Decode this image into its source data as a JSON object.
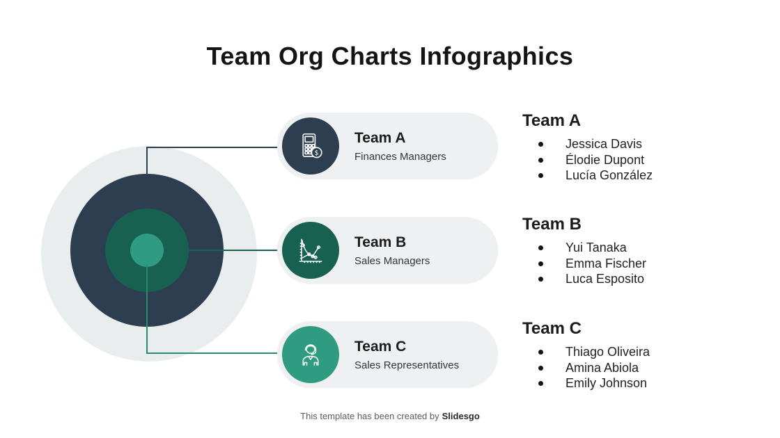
{
  "title": "Team Org Charts Infographics",
  "colors": {
    "navy": "#2c3e50",
    "dark_green": "#186150",
    "teal": "#2f9b80",
    "connector_teal": "#2a8a72",
    "circle_halo": "#e9edee",
    "card_background": "#eef0f2",
    "text_dark": "#1b1b1b",
    "footer_gray": "#5b5b5b"
  },
  "cards": [
    {
      "title": "Team A",
      "subtitle": "Finances Managers",
      "icon": "calculator-coin-icon",
      "color": "#2c3e50"
    },
    {
      "title": "Team B",
      "subtitle": "Sales Managers",
      "icon": "sales-chart-icon",
      "color": "#186150"
    },
    {
      "title": "Team C",
      "subtitle": "Sales Representatives",
      "icon": "person-headset-icon",
      "color": "#2f9b80"
    }
  ],
  "rosters": [
    {
      "title": "Team A",
      "members": [
        "Jessica Davis",
        "Élodie Dupont",
        "Lucía González"
      ]
    },
    {
      "title": "Team B",
      "members": [
        "Yui Tanaka",
        "Emma Fischer",
        "Luca Esposito"
      ]
    },
    {
      "title": "Team C",
      "members": [
        "Thiago Oliveira",
        "Amina Abiola",
        "Emily Johnson"
      ]
    }
  ],
  "footer": {
    "text": "This template has been created by",
    "brand": "Slidesgo"
  }
}
